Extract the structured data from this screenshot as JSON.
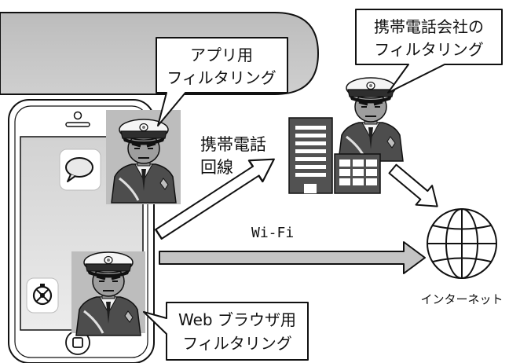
{
  "callouts": {
    "app_filter": [
      "アプリ用",
      "フィルタリング"
    ],
    "carrier_filter": [
      "携帯電話会社の",
      "フィルタリング"
    ],
    "browser_filter": [
      "Web ブラウザ用",
      "フィルタリング"
    ]
  },
  "labels": {
    "cellular": [
      "携帯電話",
      "回線"
    ],
    "wifi": "Wi-Fi",
    "internet": "インターネット"
  },
  "icons": [
    "chat-bubble-icon",
    "compass-icon",
    "globe-icon",
    "building-icon",
    "guard-icon"
  ]
}
